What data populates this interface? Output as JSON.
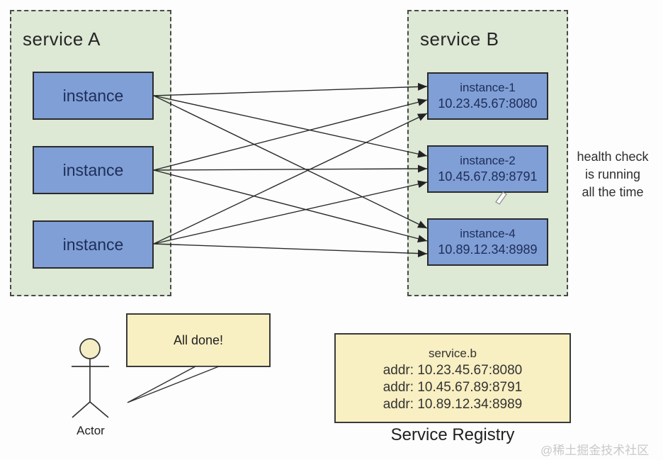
{
  "services": {
    "a": {
      "title": "service A",
      "instances": [
        {
          "label": "instance"
        },
        {
          "label": "instance"
        },
        {
          "label": "instance"
        }
      ]
    },
    "b": {
      "title": "service B",
      "instances": [
        {
          "name": "instance-1",
          "address": "10.23.45.67:8080"
        },
        {
          "name": "instance-2",
          "address": "10.45.67.89:8791"
        },
        {
          "name": "instance-4",
          "address": "10.89.12.34:8989"
        }
      ]
    }
  },
  "note": {
    "text": "health check\nis running\nall the time"
  },
  "actor": {
    "label": "Actor",
    "speech": "All done!"
  },
  "registry": {
    "service_name": "service.b",
    "addresses": [
      "addr: 10.23.45.67:8080",
      "addr: 10.45.67.89:8791",
      "addr: 10.89.12.34:8989"
    ],
    "title": "Service Registry"
  },
  "watermark": {
    "text": "@稀土掘金技术社区"
  },
  "connections": [
    {
      "from": "a1",
      "to": "b1"
    },
    {
      "from": "a1",
      "to": "b2"
    },
    {
      "from": "a1",
      "to": "b4"
    },
    {
      "from": "a2",
      "to": "b1"
    },
    {
      "from": "a2",
      "to": "b2"
    },
    {
      "from": "a2",
      "to": "b4"
    },
    {
      "from": "a3",
      "to": "b1"
    },
    {
      "from": "a3",
      "to": "b2"
    },
    {
      "from": "a3",
      "to": "b4"
    }
  ],
  "colors": {
    "container_green": "#dde8d5",
    "instance_blue": "#7f9fd6",
    "note_yellow": "#f8efc2",
    "line_dark": "#2b2b2b",
    "instance_text": "#1f2d58",
    "watermark_gray": "#c9c9c9"
  }
}
